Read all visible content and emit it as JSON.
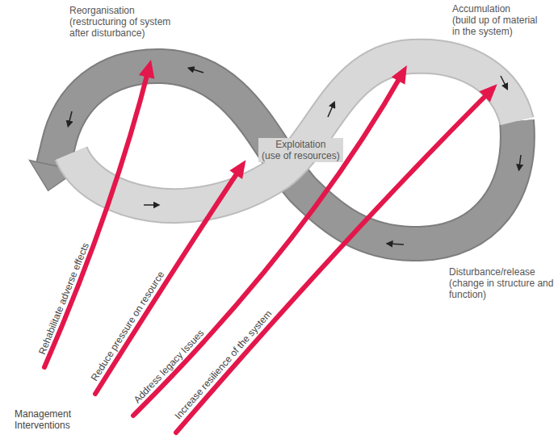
{
  "diagram": {
    "labels": [
      "Reorganisation (restructuring of system after disturbance)",
      "Accumulation (build up of material in the system)",
      "Exploitation (use of resources)",
      "Disturbance/release (change in structure and function)",
      "Rehabilitate adverse effects",
      "Reduce pressure on resource",
      "Address legacy Issues",
      "Increase resilience of the system",
      "Management Interventions"
    ]
  }
}
